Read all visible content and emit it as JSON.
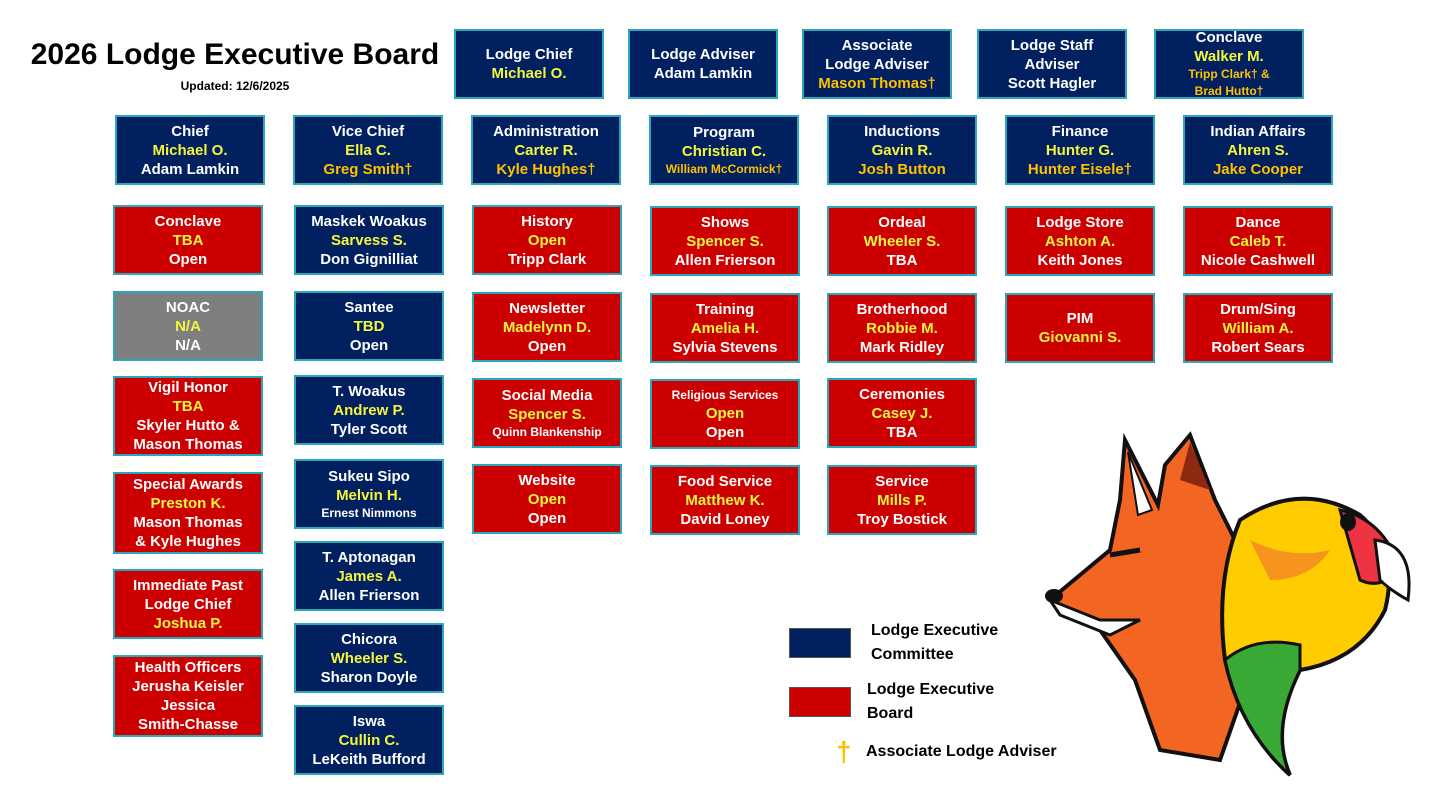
{
  "header": {
    "title": "2026 Lodge Executive Board",
    "updated": "Updated: 12/6/2025"
  },
  "colors": {
    "committee": "#002060",
    "board": "#cc0000",
    "inactive": "#7f7f7f",
    "youth": "#f5f53c",
    "associate": "#ffc000"
  },
  "boxes": [
    {
      "type": "committee",
      "lines": [
        {
          "text": "Lodge Chief",
          "tone": "white"
        },
        {
          "text": "Michael O.",
          "tone": "youth"
        }
      ]
    },
    {
      "type": "committee",
      "lines": [
        {
          "text": "Lodge Adviser",
          "tone": "white"
        },
        {
          "text": "Adam Lamkin",
          "tone": "white"
        }
      ]
    },
    {
      "type": "committee",
      "lines": [
        {
          "text": "Associate",
          "tone": "white"
        },
        {
          "text": "Lodge Adviser",
          "tone": "white"
        },
        {
          "text": "Mason Thomas†",
          "tone": "associate"
        }
      ]
    },
    {
      "type": "committee",
      "lines": [
        {
          "text": "Lodge Staff",
          "tone": "white"
        },
        {
          "text": "Adviser",
          "tone": "white"
        },
        {
          "text": "Scott Hagler",
          "tone": "white"
        }
      ]
    },
    {
      "type": "committee",
      "lines": [
        {
          "text": "Conclave",
          "tone": "white"
        },
        {
          "text": "Walker M.",
          "tone": "youth"
        },
        {
          "text": "Tripp Clark† &",
          "tone": "associate",
          "small": true
        },
        {
          "text": "Brad Hutto†",
          "tone": "associate",
          "small": true
        }
      ]
    },
    {
      "type": "committee",
      "lines": [
        {
          "text": "Chief",
          "tone": "white"
        },
        {
          "text": "Michael O.",
          "tone": "youth"
        },
        {
          "text": "Adam Lamkin",
          "tone": "white"
        }
      ]
    },
    {
      "type": "committee",
      "lines": [
        {
          "text": "Vice Chief",
          "tone": "white"
        },
        {
          "text": "Ella C.",
          "tone": "youth"
        },
        {
          "text": "Greg Smith†",
          "tone": "associate"
        }
      ]
    },
    {
      "type": "committee",
      "lines": [
        {
          "text": "Administration",
          "tone": "white"
        },
        {
          "text": "Carter R.",
          "tone": "youth"
        },
        {
          "text": "Kyle Hughes†",
          "tone": "associate"
        }
      ]
    },
    {
      "type": "committee",
      "lines": [
        {
          "text": "Program",
          "tone": "white"
        },
        {
          "text": "Christian C.",
          "tone": "youth"
        },
        {
          "text": "William McCormick†",
          "tone": "associate",
          "small": true
        }
      ]
    },
    {
      "type": "committee",
      "lines": [
        {
          "text": "Inductions",
          "tone": "white"
        },
        {
          "text": "Gavin R.",
          "tone": "youth"
        },
        {
          "text": "Josh Button",
          "tone": "associate"
        }
      ]
    },
    {
      "type": "committee",
      "lines": [
        {
          "text": "Finance",
          "tone": "white"
        },
        {
          "text": "Hunter G.",
          "tone": "youth"
        },
        {
          "text": "Hunter Eisele†",
          "tone": "associate"
        }
      ]
    },
    {
      "type": "committee",
      "lines": [
        {
          "text": "Indian Affairs",
          "tone": "white"
        },
        {
          "text": "Ahren S.",
          "tone": "youth"
        },
        {
          "text": "Jake Cooper",
          "tone": "associate"
        }
      ]
    },
    {
      "type": "board",
      "lines": [
        {
          "text": "Conclave",
          "tone": "white"
        },
        {
          "text": "TBA",
          "tone": "youth"
        },
        {
          "text": "Open",
          "tone": "white"
        }
      ]
    },
    {
      "type": "inactive",
      "lines": [
        {
          "text": "NOAC",
          "tone": "white"
        },
        {
          "text": "N/A",
          "tone": "youth"
        },
        {
          "text": "N/A",
          "tone": "white"
        }
      ]
    },
    {
      "type": "board",
      "lines": [
        {
          "text": "Vigil Honor",
          "tone": "white"
        },
        {
          "text": "TBA",
          "tone": "youth"
        },
        {
          "text": "Skyler Hutto &",
          "tone": "white"
        },
        {
          "text": "Mason Thomas",
          "tone": "white"
        }
      ]
    },
    {
      "type": "board",
      "lines": [
        {
          "text": "Special Awards",
          "tone": "white"
        },
        {
          "text": "Preston K.",
          "tone": "youth"
        },
        {
          "text": "Mason Thomas",
          "tone": "white"
        },
        {
          "text": "& Kyle Hughes",
          "tone": "white"
        }
      ]
    },
    {
      "type": "board",
      "lines": [
        {
          "text": "Immediate Past",
          "tone": "white"
        },
        {
          "text": "Lodge Chief",
          "tone": "white"
        },
        {
          "text": "Joshua P.",
          "tone": "youth"
        }
      ]
    },
    {
      "type": "board",
      "lines": [
        {
          "text": "Health Officers",
          "tone": "white"
        },
        {
          "text": "Jerusha Keisler",
          "tone": "white"
        },
        {
          "text": "Jessica",
          "tone": "white"
        },
        {
          "text": "Smith-Chasse",
          "tone": "white"
        }
      ]
    },
    {
      "type": "committee",
      "lines": [
        {
          "text": "Maskek Woakus",
          "tone": "white"
        },
        {
          "text": "Sarvess S.",
          "tone": "youth"
        },
        {
          "text": "Don Gignilliat",
          "tone": "white"
        }
      ]
    },
    {
      "type": "committee",
      "lines": [
        {
          "text": "Santee",
          "tone": "white"
        },
        {
          "text": "TBD",
          "tone": "youth"
        },
        {
          "text": "Open",
          "tone": "white"
        }
      ]
    },
    {
      "type": "committee",
      "lines": [
        {
          "text": "T. Woakus",
          "tone": "white"
        },
        {
          "text": "Andrew P.",
          "tone": "youth"
        },
        {
          "text": "Tyler Scott",
          "tone": "white"
        }
      ]
    },
    {
      "type": "committee",
      "lines": [
        {
          "text": "Sukeu Sipo",
          "tone": "white"
        },
        {
          "text": "Melvin H.",
          "tone": "youth"
        },
        {
          "text": "Ernest Nimmons",
          "tone": "white",
          "small": true
        }
      ]
    },
    {
      "type": "committee",
      "lines": [
        {
          "text": "T. Aptonagan",
          "tone": "white"
        },
        {
          "text": "James A.",
          "tone": "youth"
        },
        {
          "text": "Allen Frierson",
          "tone": "white"
        }
      ]
    },
    {
      "type": "committee",
      "lines": [
        {
          "text": "Chicora",
          "tone": "white"
        },
        {
          "text": "Wheeler S.",
          "tone": "youth"
        },
        {
          "text": "Sharon Doyle",
          "tone": "white"
        }
      ]
    },
    {
      "type": "committee",
      "lines": [
        {
          "text": "Iswa",
          "tone": "white"
        },
        {
          "text": "Cullin C.",
          "tone": "youth"
        },
        {
          "text": "LeKeith Bufford",
          "tone": "white"
        }
      ]
    },
    {
      "type": "board",
      "lines": [
        {
          "text": "History",
          "tone": "white"
        },
        {
          "text": "Open",
          "tone": "youth"
        },
        {
          "text": "Tripp Clark",
          "tone": "white"
        }
      ]
    },
    {
      "type": "board",
      "lines": [
        {
          "text": "Newsletter",
          "tone": "white"
        },
        {
          "text": "Madelynn D.",
          "tone": "youth"
        },
        {
          "text": "Open",
          "tone": "white"
        }
      ]
    },
    {
      "type": "board",
      "lines": [
        {
          "text": "Social Media",
          "tone": "white"
        },
        {
          "text": "Spencer S.",
          "tone": "youth"
        },
        {
          "text": "Quinn Blankenship",
          "tone": "white",
          "small": true
        }
      ]
    },
    {
      "type": "board",
      "lines": [
        {
          "text": "Website",
          "tone": "white"
        },
        {
          "text": "Open",
          "tone": "youth"
        },
        {
          "text": "Open",
          "tone": "white"
        }
      ]
    },
    {
      "type": "board",
      "lines": [
        {
          "text": "Shows",
          "tone": "white"
        },
        {
          "text": "Spencer S.",
          "tone": "youth"
        },
        {
          "text": "Allen Frierson",
          "tone": "white"
        }
      ]
    },
    {
      "type": "board",
      "lines": [
        {
          "text": "Training",
          "tone": "white"
        },
        {
          "text": "Amelia H.",
          "tone": "youth"
        },
        {
          "text": "Sylvia Stevens",
          "tone": "white"
        }
      ]
    },
    {
      "type": "board",
      "lines": [
        {
          "text": "Religious Services",
          "tone": "white",
          "small": true
        },
        {
          "text": "Open",
          "tone": "youth"
        },
        {
          "text": "Open",
          "tone": "white"
        }
      ]
    },
    {
      "type": "board",
      "lines": [
        {
          "text": "Food Service",
          "tone": "white"
        },
        {
          "text": "Matthew K.",
          "tone": "youth"
        },
        {
          "text": "David Loney",
          "tone": "white"
        }
      ]
    },
    {
      "type": "board",
      "lines": [
        {
          "text": "Ordeal",
          "tone": "white"
        },
        {
          "text": "Wheeler S.",
          "tone": "youth"
        },
        {
          "text": "TBA",
          "tone": "white"
        }
      ]
    },
    {
      "type": "board",
      "lines": [
        {
          "text": "Brotherhood",
          "tone": "white"
        },
        {
          "text": "Robbie M.",
          "tone": "youth"
        },
        {
          "text": "Mark Ridley",
          "tone": "white"
        }
      ]
    },
    {
      "type": "board",
      "lines": [
        {
          "text": "Ceremonies",
          "tone": "white"
        },
        {
          "text": "Casey J.",
          "tone": "youth"
        },
        {
          "text": "TBA",
          "tone": "white"
        }
      ]
    },
    {
      "type": "board",
      "lines": [
        {
          "text": "Service",
          "tone": "white"
        },
        {
          "text": "Mills P.",
          "tone": "youth"
        },
        {
          "text": "Troy Bostick",
          "tone": "white"
        }
      ]
    },
    {
      "type": "board",
      "lines": [
        {
          "text": "Lodge Store",
          "tone": "white"
        },
        {
          "text": "Ashton A.",
          "tone": "youth"
        },
        {
          "text": "Keith Jones",
          "tone": "white"
        }
      ]
    },
    {
      "type": "board",
      "lines": [
        {
          "text": "PIM",
          "tone": "white"
        },
        {
          "text": "Giovanni S.",
          "tone": "youth"
        }
      ]
    },
    {
      "type": "board",
      "lines": [
        {
          "text": "Dance",
          "tone": "white"
        },
        {
          "text": "Caleb T.",
          "tone": "youth"
        },
        {
          "text": "Nicole Cashwell",
          "tone": "white"
        }
      ]
    },
    {
      "type": "board",
      "lines": [
        {
          "text": "Drum/Sing",
          "tone": "white"
        },
        {
          "text": "William A.",
          "tone": "youth"
        },
        {
          "text": "Robert Sears",
          "tone": "white"
        }
      ]
    }
  ],
  "legend": {
    "committee_line1": "Lodge Executive",
    "committee_line2": "Committee",
    "board_line1": "Lodge Executive",
    "board_line2": "Board",
    "dagger_symbol": "†",
    "dagger_label": "Associate Lodge Adviser"
  }
}
